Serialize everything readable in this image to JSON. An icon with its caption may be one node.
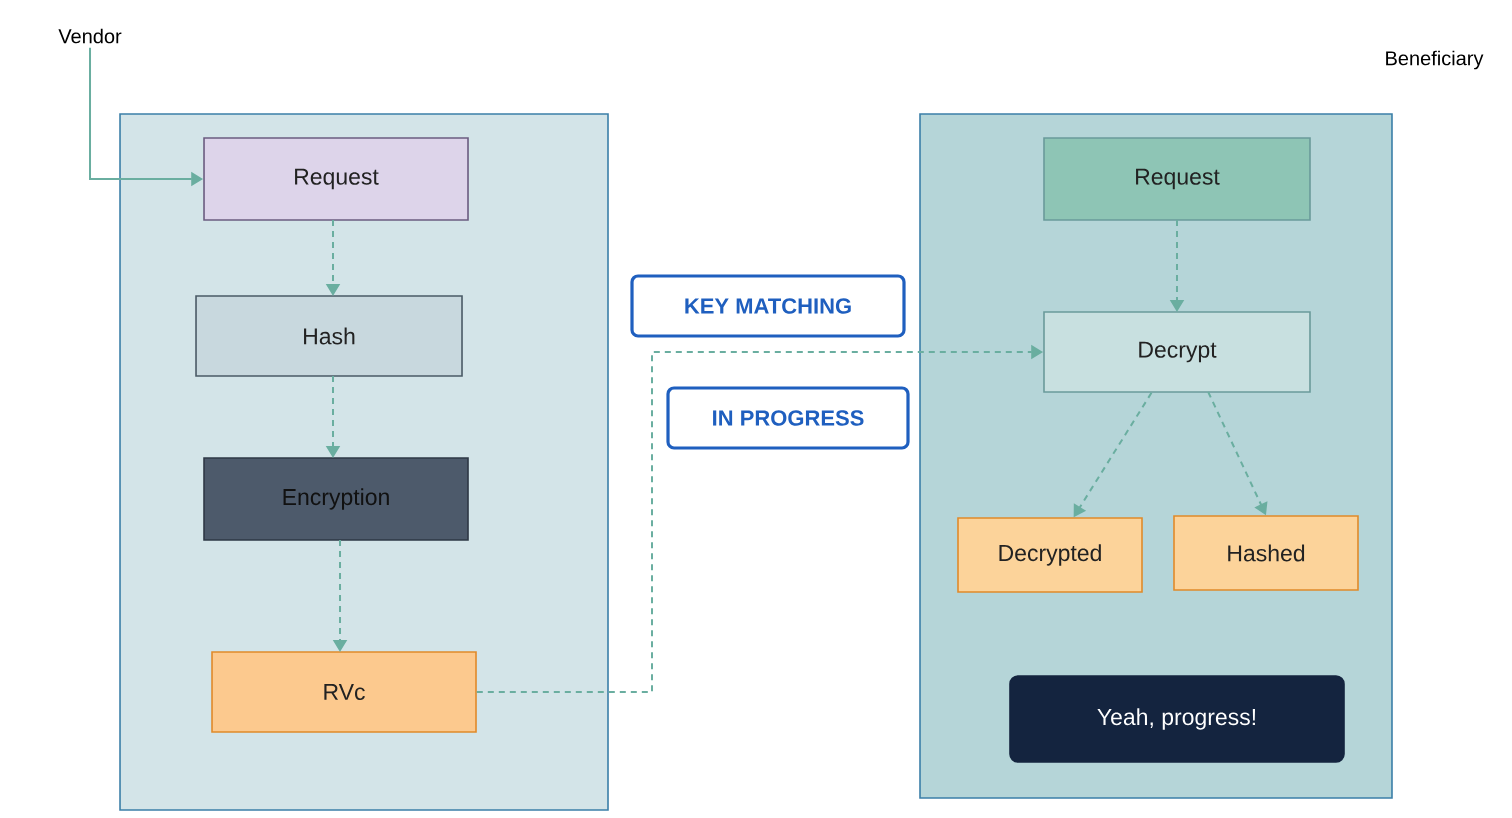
{
  "diagram": {
    "nodes": [
      {
        "text": [
          "Vendor"
        ]
      },
      {
        "text": [],
        "shape": "box"
      },
      {
        "text": [
          "Request"
        ],
        "in": 1
      },
      {
        "text": [
          "Hash"
        ],
        "in": 1
      },
      {
        "text": [
          "Encryption"
        ],
        "in": 1
      },
      {
        "text": [
          "RVc"
        ],
        "in": 1
      },
      {
        "text": [
          "Beneficiary"
        ]
      },
      {
        "text": [
          "Request"
        ],
        "in": 6
      },
      {
        "text": [
          "Decrypt"
        ],
        "in": 6
      },
      {
        "text": [
          "Decrypted"
        ],
        "in": 6
      },
      {
        "text": [
          "Hashed"
        ],
        "in": 6
      },
      {
        "text": [
          "Yeah, progress!"
        ],
        "in": 6
      }
    ],
    "edges": [
      {
        "from": 0,
        "to": 2,
        "arrow": "to"
      },
      {
        "from": 2,
        "to": 3,
        "arrow": "to",
        "style": "dashed"
      },
      {
        "from": 3,
        "to": 4,
        "arrow": "to",
        "style": "dashed"
      },
      {
        "from": 4,
        "to": 5,
        "arrow": "to",
        "style": "dashed"
      },
      {
        "from": 5,
        "to": 8,
        "arrow": "to",
        "style": "dashed"
      },
      {
        "from": 7,
        "to": 8,
        "arrow": "to",
        "style": "dashed"
      },
      {
        "from": 8,
        "to": 9,
        "arrow": "to",
        "style": "dashed"
      },
      {
        "from": 8,
        "to": 10,
        "arrow": "to",
        "style": "dashed"
      }
    ],
    "labels": [
      "KEY MATCHING",
      "IN PROGRESS"
    ]
  }
}
